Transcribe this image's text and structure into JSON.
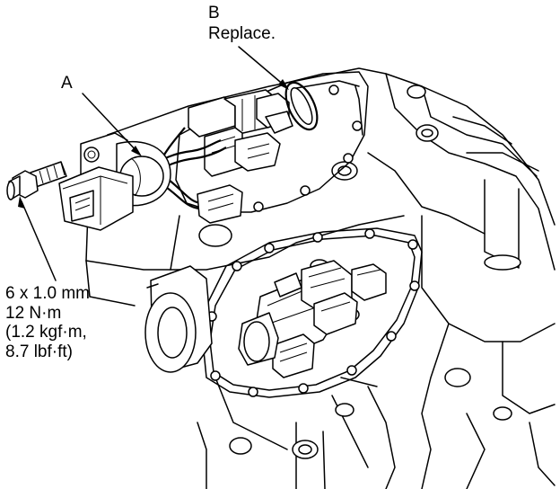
{
  "callouts": {
    "a": {
      "letter": "A"
    },
    "b": {
      "letter": "B",
      "note": "Replace."
    }
  },
  "bolt_spec": {
    "size": "6 x 1.0 mm",
    "torque_nm": "12 N·m",
    "torque_kgfm": "(1.2 kgf·m,",
    "torque_lbfft": "8.7 lbf·ft)"
  },
  "colors": {
    "ink": "#000000",
    "paper": "#ffffff"
  }
}
